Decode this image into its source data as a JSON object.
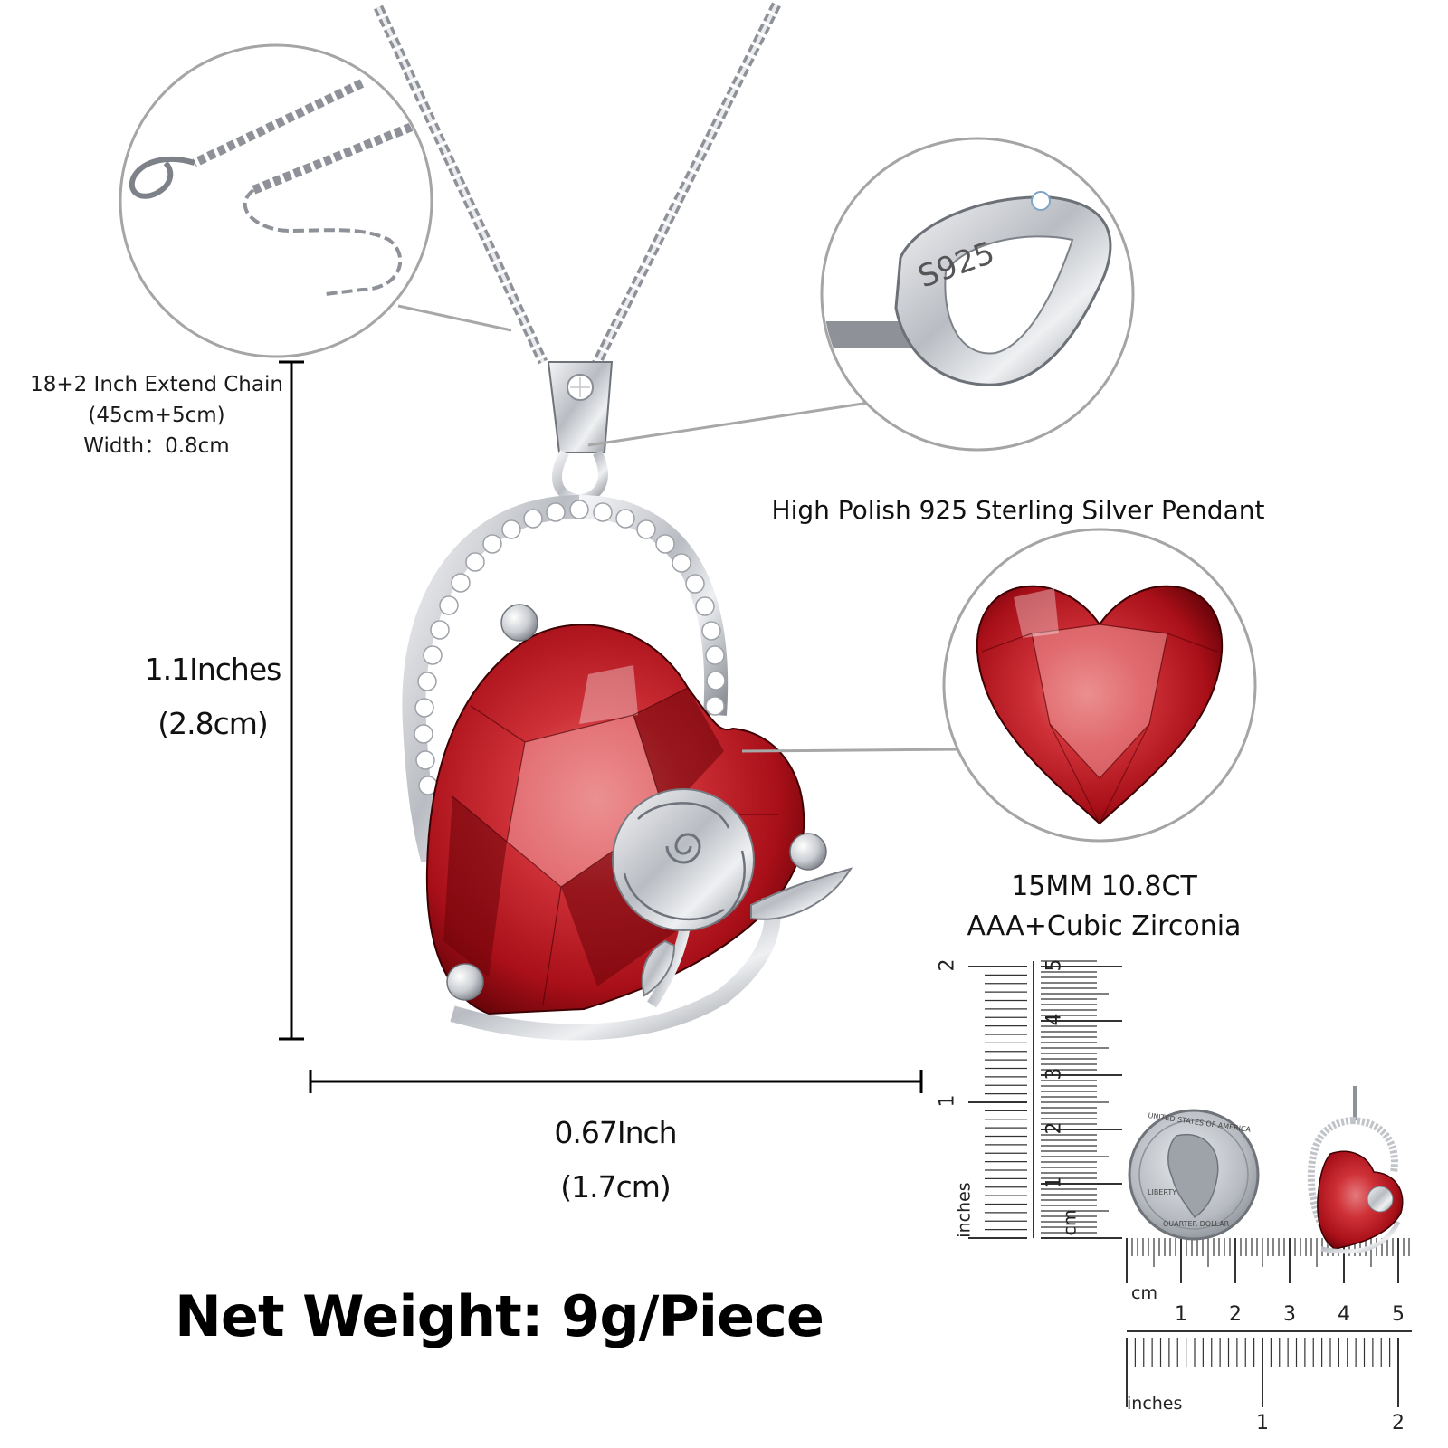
{
  "chain_callout": {
    "line1": "18+2 Inch Extend Chain",
    "line2": "(45cm+5cm)",
    "line3": "Width：0.8cm"
  },
  "bail_callout": "High Polish 925 Sterling Silver Pendant",
  "bail_engraving": "S925",
  "stone_callout": {
    "line1": "15MM 10.8CT",
    "line2": "AAA+Cubic Zirconia"
  },
  "height_dim": {
    "line1": "1.1Inches",
    "line2": "(2.8cm)"
  },
  "width_dim": {
    "line1": "0.67Inch",
    "line2": "(1.7cm)"
  },
  "net_weight": "Net Weight: 9g/Piece",
  "ruler_vertical": {
    "inch_labels": [
      "2",
      "1"
    ],
    "cm_labels": [
      "5",
      "4",
      "3",
      "2",
      "1"
    ],
    "inch_unit": "inches",
    "cm_unit": "cm"
  },
  "ruler_horizontal": {
    "cm_labels": [
      "1",
      "2",
      "3",
      "4",
      "5"
    ],
    "inch_labels": [
      "1",
      "2"
    ],
    "cm_unit": "cm",
    "inch_unit": "inches"
  },
  "coin": {
    "top_text": "UNITED STATES OF AMERICA",
    "left_text": "LIBERTY",
    "bottom_text": "QUARTER DOLLAR"
  },
  "colors": {
    "ruby": "#b0141c",
    "ruby_dark": "#5e0308",
    "ruby_light": "#e06a6e",
    "silver": "#c9ccd1",
    "silver_dark": "#7d8188",
    "line": "#9a9a9a"
  }
}
